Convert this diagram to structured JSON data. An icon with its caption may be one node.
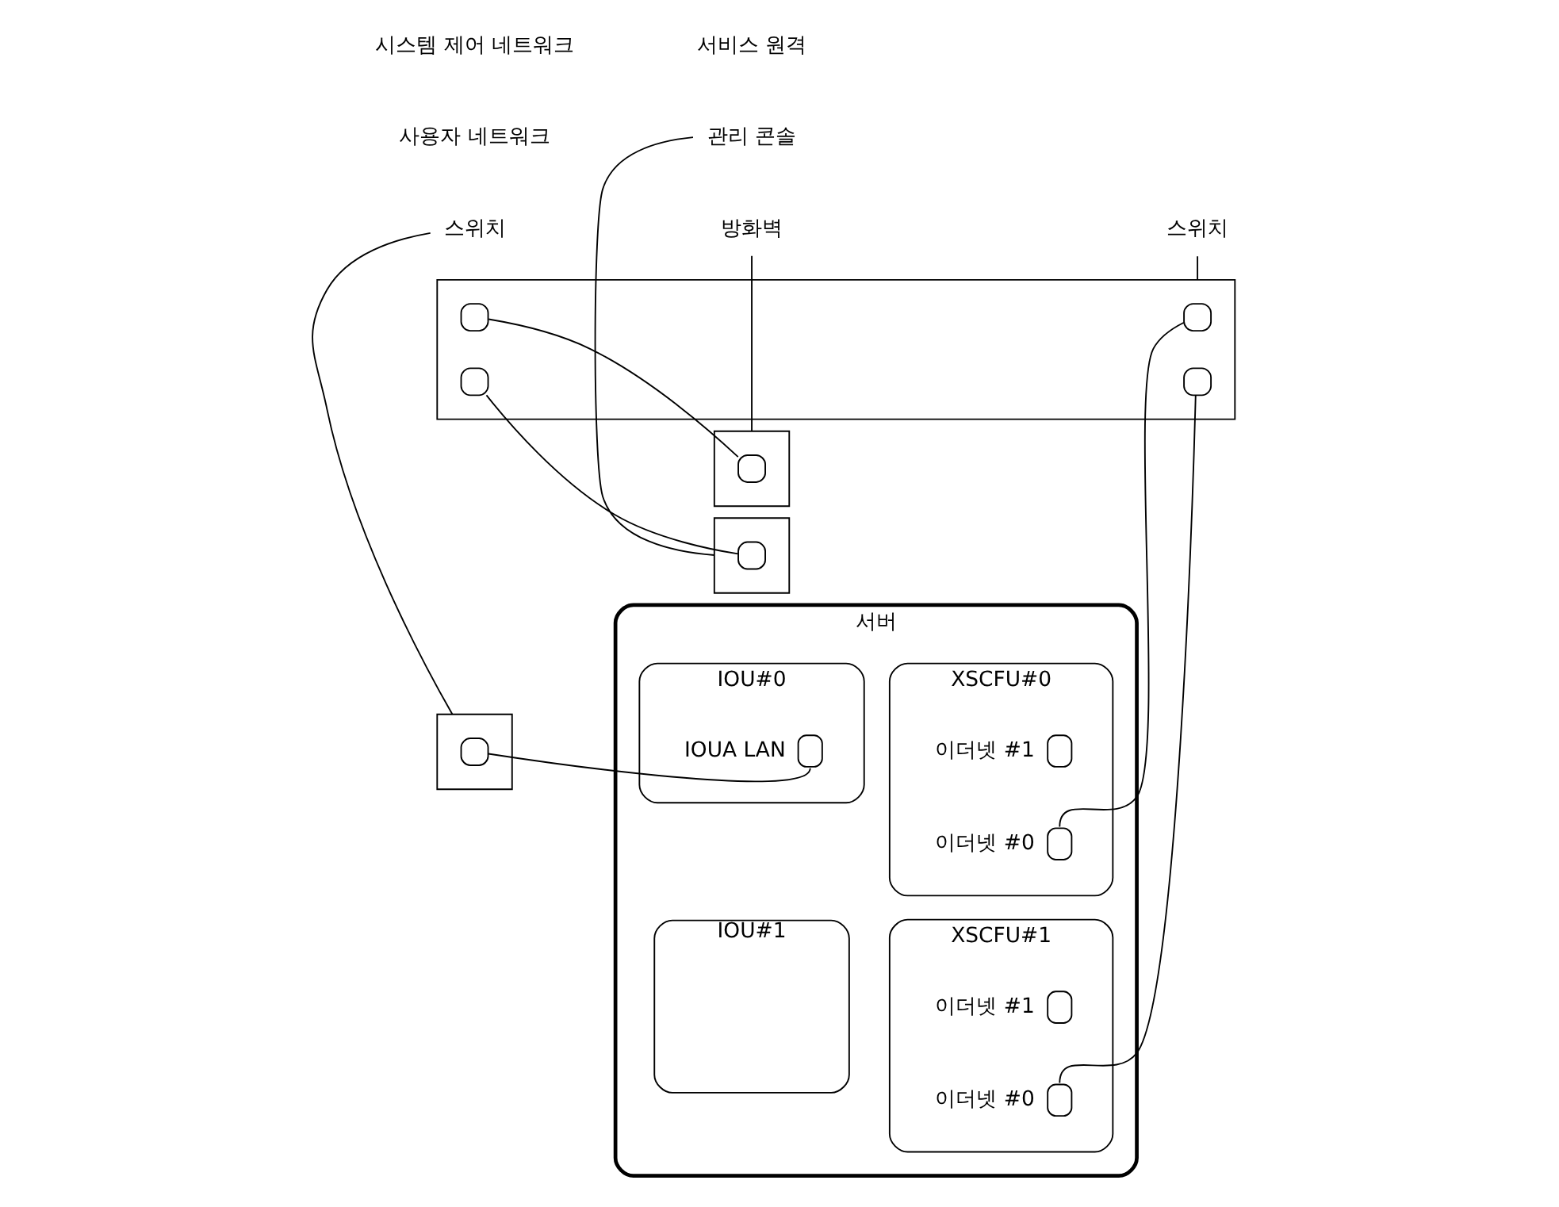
{
  "diagram": {
    "nodes": [
      {
        "text": [
          "서버"
        ]
      },
      {
        "text": [
          "IOU#0"
        ],
        "in": 0
      },
      {
        "text": [],
        "shape": "box",
        "beside": [
          "IOUA LAN"
        ],
        "in": 1
      },
      {
        "text": [
          "XSCFU#0"
        ],
        "in": 0
      },
      {
        "text": [],
        "shape": "box",
        "beside": [
          "이더넷 #1"
        ],
        "in": 3
      },
      {
        "text": [],
        "shape": "box",
        "beside": [
          "이더넷 #0"
        ],
        "in": 3
      },
      {
        "text": [
          "IOU#1"
        ],
        "in": 0
      },
      {
        "text": [
          "XSCFU#1"
        ],
        "in": 0
      },
      {
        "text": [],
        "shape": "box",
        "beside": [
          "이더넷 #1"
        ],
        "in": 7
      },
      {
        "text": [],
        "shape": "box",
        "beside": [
          "이더넷 #0"
        ],
        "in": 7
      },
      {
        "text": [],
        "shape": "box"
      },
      {
        "text": [],
        "shape": "box",
        "in": 10
      },
      {
        "text": [
          "스위치"
        ]
      },
      {
        "text": [],
        "shape": "box"
      },
      {
        "text": [],
        "shape": "box",
        "in": 13
      },
      {
        "text": [],
        "shape": "box",
        "in": 13
      },
      {
        "text": [],
        "shape": "box",
        "in": 13
      },
      {
        "text": [],
        "shape": "box",
        "in": 13
      },
      {
        "text": [
          "스위치"
        ]
      },
      {
        "text": [],
        "shape": "box"
      },
      {
        "text": [],
        "shape": "box",
        "in": 19
      },
      {
        "text": [
          "방화벽"
        ]
      },
      {
        "text": [],
        "shape": "box"
      },
      {
        "text": [],
        "shape": "box",
        "in": 22
      },
      {
        "text": [
          "관리 콘솔"
        ]
      }
    ],
    "edges": [
      {
        "from": 11,
        "to": 2,
        "arrow": "none"
      },
      {
        "from": 5,
        "to": 14,
        "arrow": "none"
      },
      {
        "from": 9,
        "to": 17,
        "arrow": "none"
      },
      {
        "from": 15,
        "to": 20,
        "arrow": "none"
      },
      {
        "from": 16,
        "to": 23,
        "arrow": "none"
      },
      {
        "from": 12,
        "to": 10,
        "arrow": "none"
      },
      {
        "from": 18,
        "to": 13,
        "arrow": "none"
      },
      {
        "from": 21,
        "to": 19,
        "arrow": "none"
      },
      {
        "from": 24,
        "to": 22,
        "arrow": "none"
      }
    ],
    "labels": [
      "사용자 네트워크",
      "서비스 원격",
      "시스템 제어 네트워크"
    ]
  }
}
